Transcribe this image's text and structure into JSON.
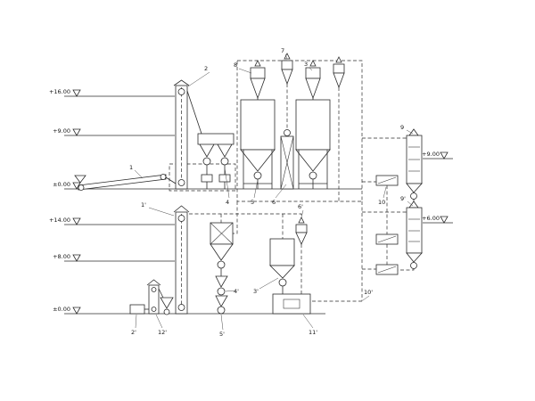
{
  "drawing": {
    "kind": "process-flow-elevation-diagram",
    "line_color": "#2b2b2b",
    "background": "#ffffff"
  },
  "elevation_markers": [
    {
      "id": "upper-left-top",
      "text": "+16.00"
    },
    {
      "id": "upper-left-mid",
      "text": "+9.00"
    },
    {
      "id": "upper-left-ground",
      "text": "±0.00"
    },
    {
      "id": "lower-left-top",
      "text": "+14.00"
    },
    {
      "id": "lower-left-mid",
      "text": "+8.00"
    },
    {
      "id": "lower-left-ground",
      "text": "±0.00"
    },
    {
      "id": "right-upper",
      "text": "+9.00"
    },
    {
      "id": "right-lower",
      "text": "+6.00"
    }
  ],
  "equipment_labels": [
    {
      "id": "belt-conveyor",
      "text": "1"
    },
    {
      "id": "bucket-elevator-upper",
      "text": "2"
    },
    {
      "id": "cyclone-left",
      "text": "8"
    },
    {
      "id": "cyclone-center",
      "text": "7"
    },
    {
      "id": "cyclone-right",
      "text": "3"
    },
    {
      "id": "surge-hopper",
      "text": "4"
    },
    {
      "id": "filter-bin",
      "text": "5"
    },
    {
      "id": "support-tower",
      "text": "6"
    },
    {
      "id": "vessel-upper",
      "text": "9"
    },
    {
      "id": "vessel-lower",
      "text": "9'"
    },
    {
      "id": "fan-box-column",
      "text": "10"
    },
    {
      "id": "duct-riser-lower",
      "text": "10'"
    },
    {
      "id": "bucket-elevator-lower",
      "text": "1'"
    },
    {
      "id": "feeder-box",
      "text": "2'"
    },
    {
      "id": "small-elevator",
      "text": "12'"
    },
    {
      "id": "sifter-bottom",
      "text": "5'"
    },
    {
      "id": "sifter-middle",
      "text": "4'"
    },
    {
      "id": "bin-lower",
      "text": "3'"
    },
    {
      "id": "cyclone-lower",
      "text": "6'"
    },
    {
      "id": "packer",
      "text": "11'"
    }
  ]
}
